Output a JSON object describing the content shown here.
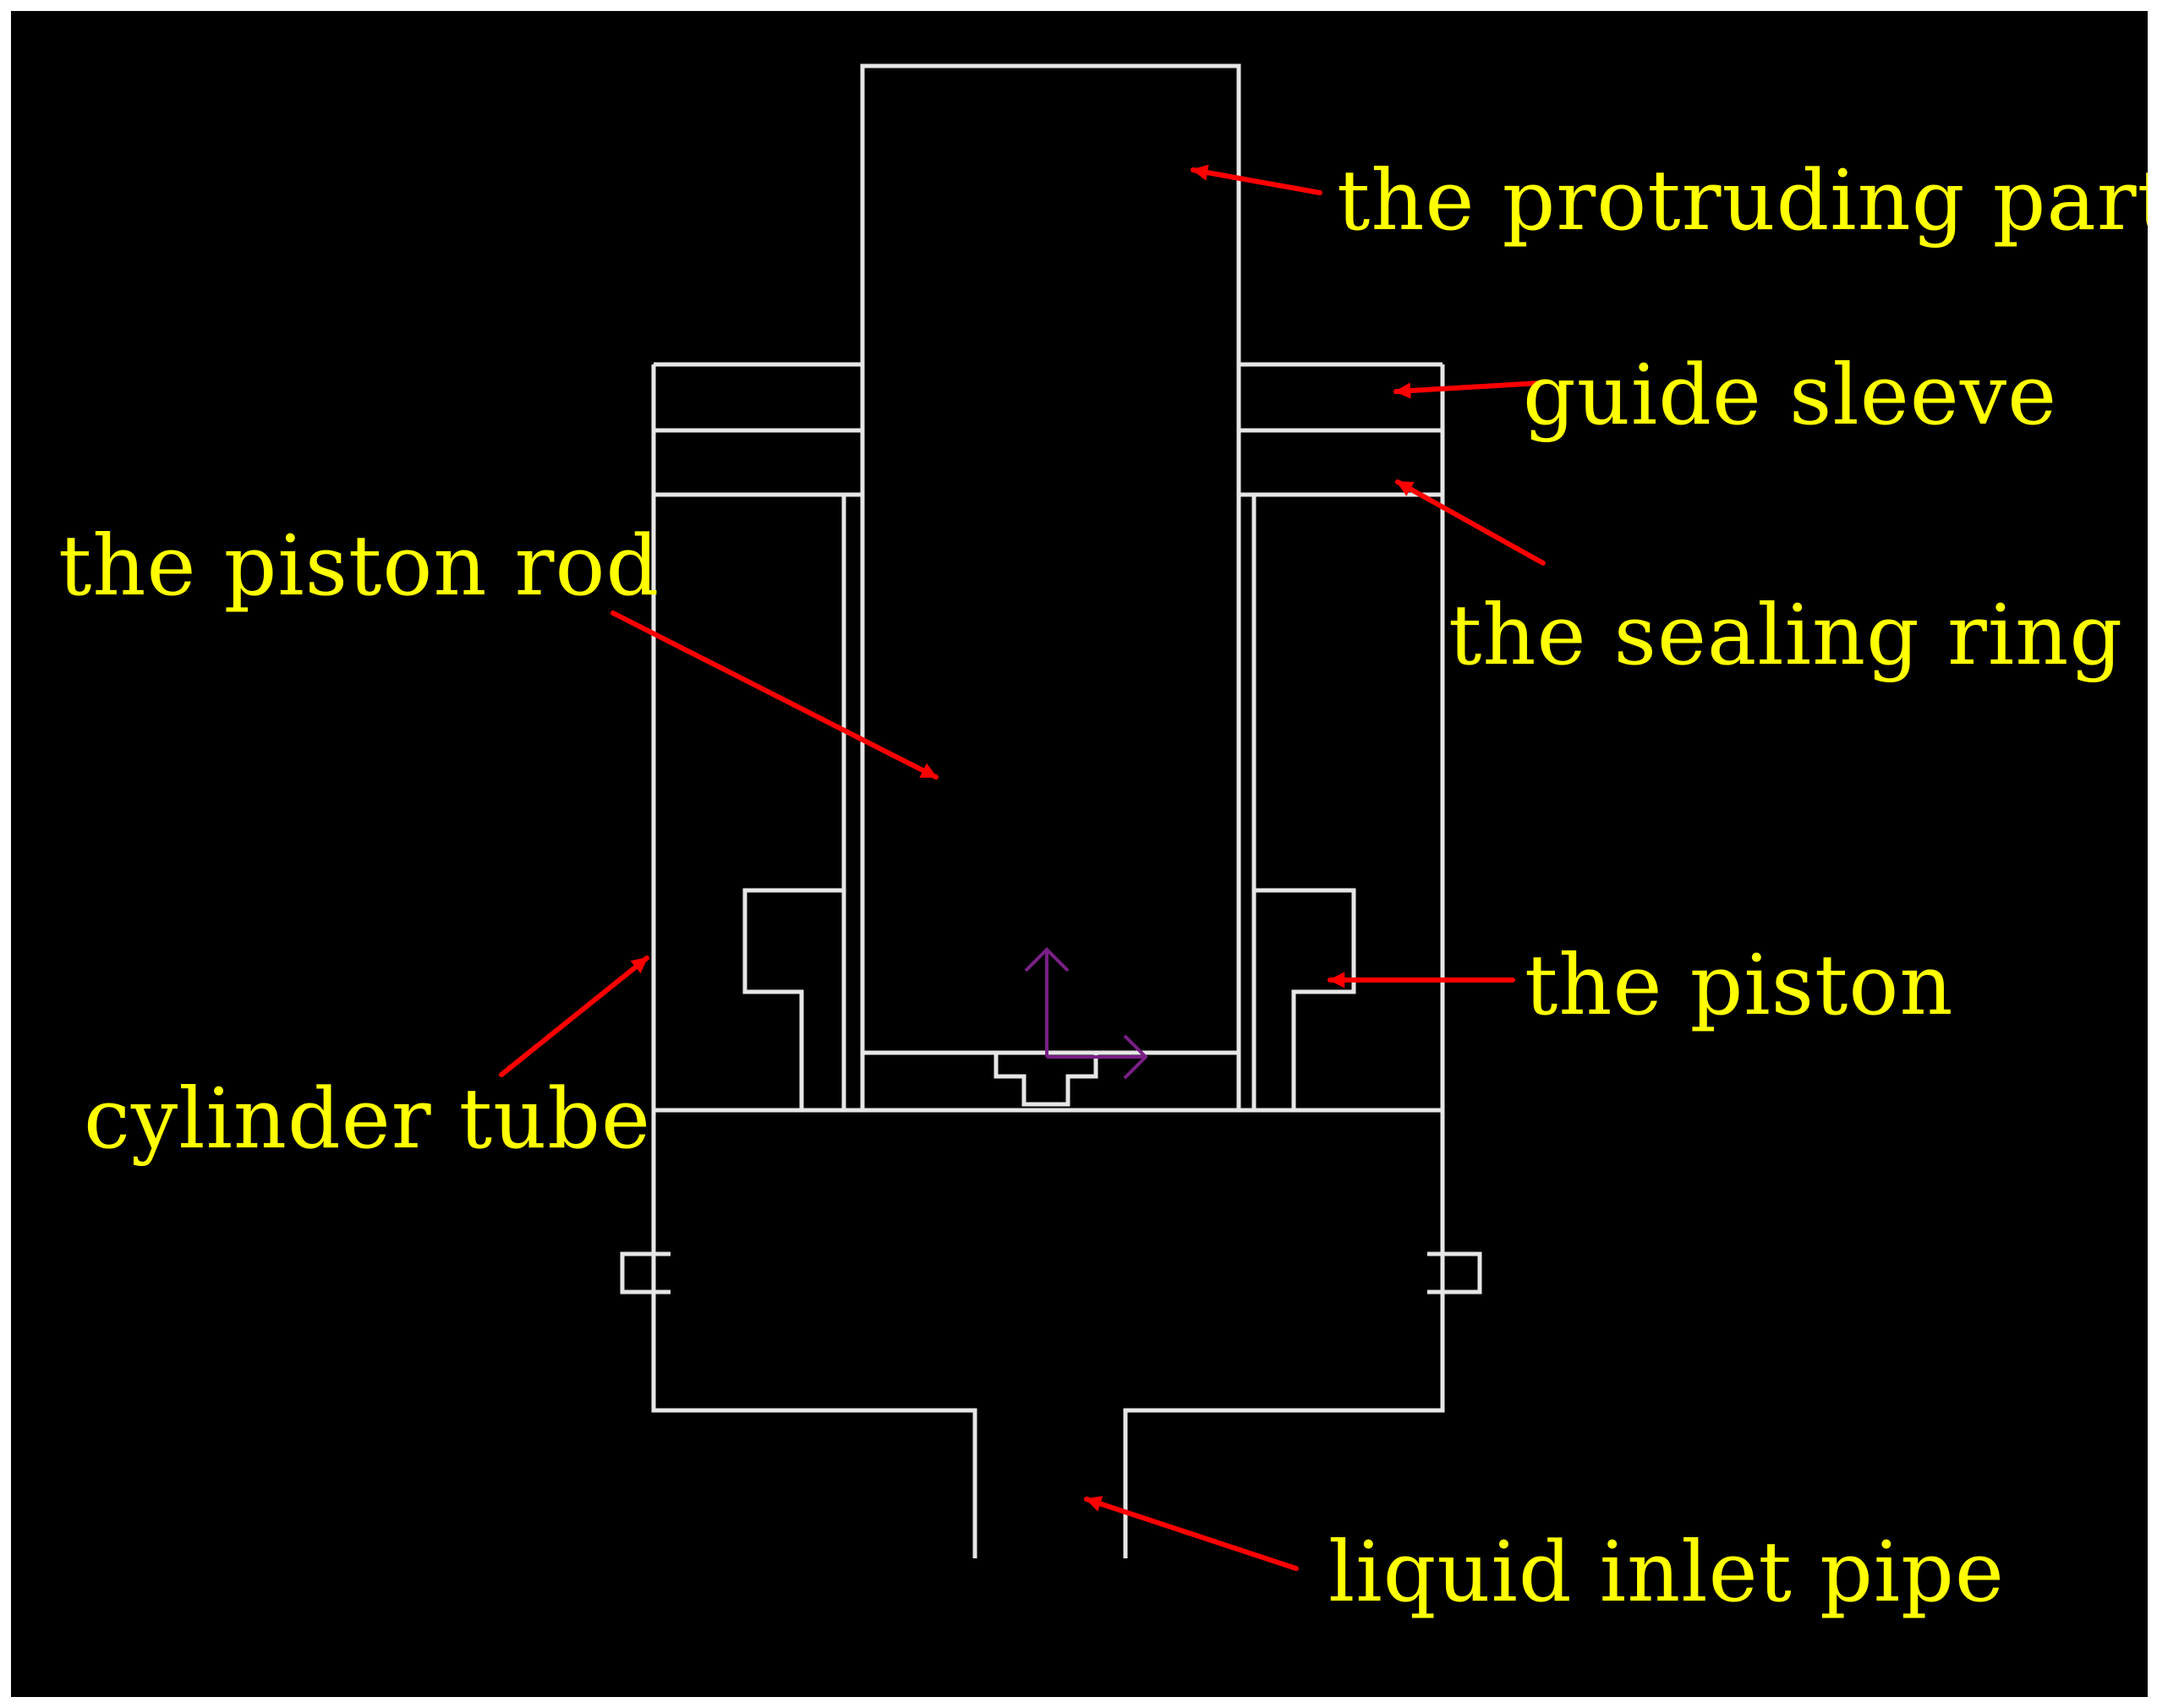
{
  "colors": {
    "background": "#000000",
    "frame": "#ffffff",
    "drawing": "#e6e6e6",
    "label_text": "#ffff00",
    "arrow": "#ff0000",
    "axis_marker": "#7a1f86"
  },
  "labels": {
    "protruding_part": "the protruding part",
    "guide_sleeve": "guide sleeve",
    "piston_rod": "the piston rod",
    "sealing_ring": "the sealing ring",
    "piston": "the piston",
    "cylinder_tube": "cylinder tube",
    "liquid_inlet_pipe": "liquid inlet pipe"
  }
}
